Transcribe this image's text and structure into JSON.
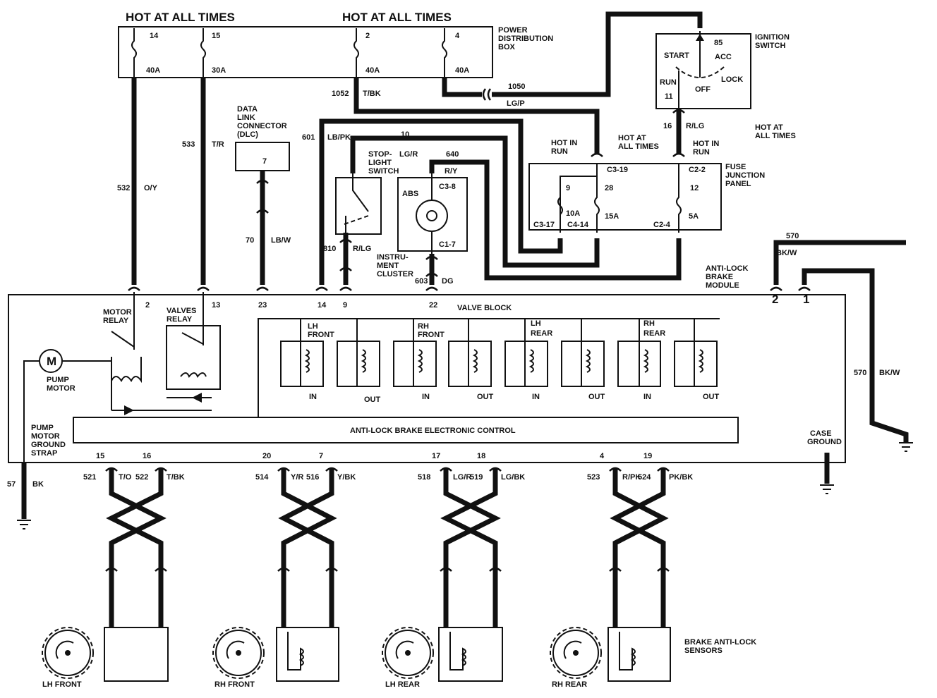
{
  "header": {
    "hot_at_all_times_1": "HOT AT ALL TIMES",
    "hot_at_all_times_2": "HOT AT ALL TIMES"
  },
  "power_distribution_box": {
    "label_lines": [
      "POWER",
      "DISTRIBUTION",
      "BOX"
    ],
    "fuses": [
      {
        "number": "14",
        "rating": "40A"
      },
      {
        "number": "15",
        "rating": "30A"
      },
      {
        "number": "2",
        "rating": "40A"
      },
      {
        "number": "4",
        "rating": "40A"
      }
    ]
  },
  "ignition_switch": {
    "label_lines": [
      "IGNITION",
      "SWITCH"
    ],
    "terminal_top": "85",
    "positions": {
      "start": "START",
      "acc": "ACC",
      "run": "RUN",
      "off": "OFF",
      "lock": "LOCK"
    },
    "terminal_run": "11"
  },
  "fuse_junction_panel": {
    "label_lines": [
      "FUSE",
      "JUNCTION",
      "PANEL"
    ],
    "hot_in_run_1": [
      "HOT IN",
      "RUN"
    ],
    "hot_at_all_times": [
      "HOT AT",
      "ALL TIMES"
    ],
    "hot_in_run_2": [
      "HOT IN",
      "RUN"
    ],
    "hot_at_all_times_right": [
      "HOT AT",
      "ALL TIMES"
    ],
    "connectors": {
      "c3_19": "C3-19",
      "c2_2": "C2-2",
      "c3_17": "C3-17",
      "c4_14": "C4-14",
      "c2_4": "C2-4"
    },
    "fuses": [
      {
        "number": "9",
        "rating": "10A"
      },
      {
        "number": "28",
        "rating": "15A"
      },
      {
        "number": "12",
        "rating": "5A"
      }
    ]
  },
  "data_link_connector": {
    "label_lines": [
      "DATA",
      "LINK",
      "CONNECTOR",
      "(DLC)"
    ],
    "pin": "7"
  },
  "stoplight_switch": {
    "label_lines": [
      "STOP-",
      "LIGHT",
      "SWITCH"
    ]
  },
  "instrument_cluster": {
    "label_lines": [
      "INSTRU-",
      "MENT",
      "CLUSTER"
    ],
    "abs": "ABS",
    "c3_8": "C3-8",
    "c1_7": "C1-7"
  },
  "wires": {
    "w532": {
      "circuit": "532",
      "color": "O/Y"
    },
    "w533": {
      "circuit": "533",
      "color": "T/R"
    },
    "w70": {
      "circuit": "70",
      "color": "LB/W"
    },
    "w601": {
      "circuit": "601",
      "color": "LB/PK"
    },
    "w1052": {
      "circuit": "1052",
      "color": "T/BK"
    },
    "w1050": {
      "circuit": "1050",
      "color": "LG/P"
    },
    "w16": {
      "circuit": "16",
      "color": "R/LG"
    },
    "w10": {
      "circuit": "10",
      "color": "LG/R"
    },
    "w640": {
      "circuit": "640",
      "color": "R/Y"
    },
    "w810": {
      "circuit": "810",
      "color": "R/LG"
    },
    "w603": {
      "circuit": "603",
      "color": "DG"
    },
    "w570_top": {
      "circuit": "570",
      "color": "BK/W"
    },
    "w570_right": {
      "circuit": "570",
      "color": "BK/W"
    },
    "w57": {
      "circuit": "57",
      "color": "BK"
    }
  },
  "abs_module": {
    "label_lines": [
      "ANTI-LOCK",
      "BRAKE",
      "MODULE"
    ],
    "top_pins": [
      "2",
      "13",
      "23",
      "14",
      "9",
      "22"
    ],
    "gnd_pins": [
      "2",
      "1"
    ],
    "motor_relay": [
      "MOTOR",
      "RELAY"
    ],
    "valves_relay": [
      "VALVES",
      "RELAY"
    ],
    "valve_block": "VALVE BLOCK",
    "pump_motor": [
      "PUMP",
      "MOTOR"
    ],
    "motor_symbol": "M",
    "pump_motor_ground_strap": [
      "PUMP",
      "MOTOR",
      "GROUND",
      "STRAP"
    ],
    "electronic_control": "ANTI-LOCK BRAKE   ELECTRONIC CONTROL",
    "case_ground": [
      "CASE",
      "GROUND"
    ],
    "valves": [
      {
        "group": [
          "LH",
          "FRONT"
        ],
        "in": "IN",
        "out": "OUT"
      },
      {
        "group": [
          "RH",
          "FRONT"
        ],
        "in": "IN",
        "out": "OUT"
      },
      {
        "group": [
          "LH",
          "REAR"
        ],
        "in": "IN",
        "out": "OUT"
      },
      {
        "group": [
          "RH",
          "REAR"
        ],
        "in": "IN",
        "out": "OUT"
      }
    ],
    "bottom_pins": [
      "15",
      "16",
      "20",
      "7",
      "17",
      "18",
      "4",
      "19"
    ]
  },
  "sensors": [
    {
      "name": "LH FRONT",
      "wires": [
        {
          "circuit": "521",
          "color": "T/O"
        },
        {
          "circuit": "522",
          "color": "T/BK"
        }
      ]
    },
    {
      "name": "RH FRONT",
      "wires": [
        {
          "circuit": "514",
          "color": "Y/R"
        },
        {
          "circuit": "516",
          "color": "Y/BK"
        }
      ]
    },
    {
      "name": "LH REAR",
      "wires": [
        {
          "circuit": "518",
          "color": "LG/R"
        },
        {
          "circuit": "519",
          "color": "LG/BK"
        }
      ]
    },
    {
      "name": "RH REAR",
      "wires": [
        {
          "circuit": "523",
          "color": "R/PK"
        },
        {
          "circuit": "524",
          "color": "PK/BK"
        }
      ]
    }
  ],
  "sensors_label": [
    "BRAKE ANTI-LOCK",
    "SENSORS"
  ]
}
